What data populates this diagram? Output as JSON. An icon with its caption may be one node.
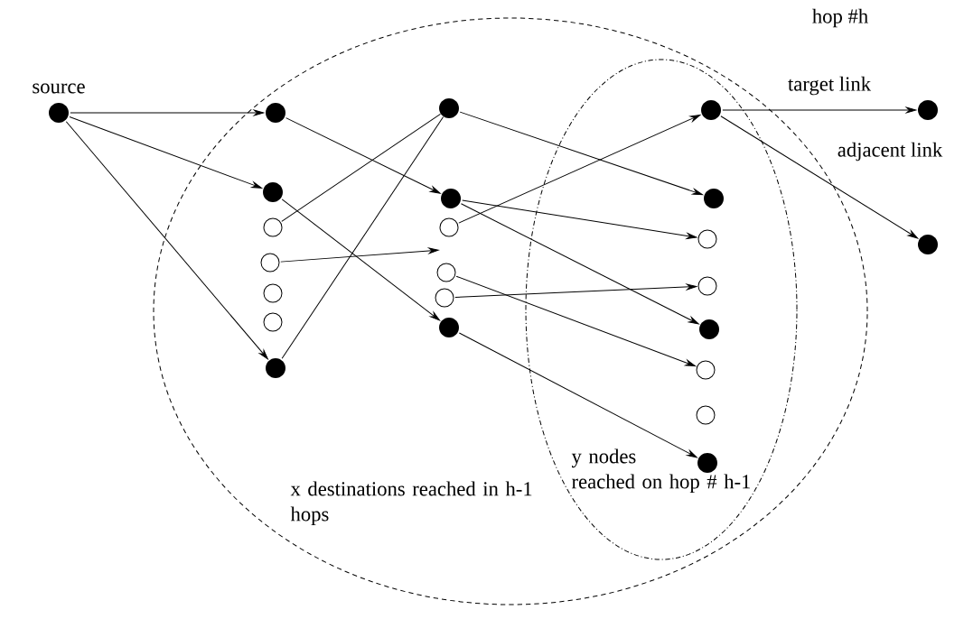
{
  "diagram": {
    "nodes": [
      {
        "text": [],
        "shape": "dot",
        "beside": [
          "source"
        ]
      },
      {
        "text": [
          "x destinations reached in h-1 hops"
        ]
      },
      {
        "text": [],
        "shape": "dot",
        "in": 1
      },
      {
        "text": [],
        "shape": "dot",
        "in": 1
      },
      {
        "text": [],
        "shape": "circle",
        "in": 1
      },
      {
        "text": [],
        "shape": "circle",
        "in": 1
      },
      {
        "text": [],
        "shape": "circle",
        "in": 1
      },
      {
        "text": [],
        "shape": "circle",
        "in": 1
      },
      {
        "text": [],
        "shape": "dot",
        "in": 1
      },
      {
        "text": [],
        "shape": "dot",
        "in": 1
      },
      {
        "text": [],
        "shape": "dot",
        "in": 1
      },
      {
        "text": [],
        "shape": "circle",
        "in": 1
      },
      {
        "text": [],
        "shape": "circle",
        "in": 1
      },
      {
        "text": [],
        "shape": "circle",
        "in": 1
      },
      {
        "text": [],
        "shape": "dot",
        "in": 1
      },
      {
        "text": [
          "y nodes reached on hop # h-1"
        ],
        "in": 1
      },
      {
        "text": [],
        "shape": "dot",
        "in": 15
      },
      {
        "text": [],
        "shape": "dot",
        "in": 15
      },
      {
        "text": [],
        "shape": "circle",
        "in": 15
      },
      {
        "text": [],
        "shape": "circle",
        "in": 15
      },
      {
        "text": [],
        "shape": "dot",
        "in": 15
      },
      {
        "text": [],
        "shape": "circle",
        "in": 15
      },
      {
        "text": [],
        "shape": "circle",
        "in": 15
      },
      {
        "text": [],
        "shape": "dot",
        "in": 15
      },
      {
        "text": [],
        "shape": "dot"
      },
      {
        "text": [],
        "shape": "dot"
      }
    ],
    "edges": [
      {
        "from": 0,
        "to": 2,
        "arrow": "to"
      },
      {
        "from": 0,
        "to": 3,
        "arrow": "to"
      },
      {
        "from": 0,
        "to": 8,
        "arrow": "to"
      },
      {
        "from": 2,
        "to": 10,
        "arrow": "to"
      },
      {
        "from": 4,
        "to": 9,
        "arrow": "none"
      },
      {
        "from": 8,
        "to": 9,
        "arrow": "none"
      },
      {
        "from": 3,
        "to": 14,
        "arrow": "to"
      },
      {
        "from": 5,
        "to": null,
        "arrow": "to"
      },
      {
        "from": 9,
        "to": 17,
        "arrow": "to"
      },
      {
        "from": 10,
        "to": 18,
        "arrow": "to"
      },
      {
        "from": 10,
        "to": 20,
        "arrow": "to"
      },
      {
        "from": 11,
        "to": 16,
        "arrow": "to"
      },
      {
        "from": 12,
        "to": 21,
        "arrow": "to"
      },
      {
        "from": 13,
        "to": 19,
        "arrow": "to"
      },
      {
        "from": 14,
        "to": 23,
        "arrow": "to"
      },
      {
        "from": 16,
        "to": 24,
        "arrow": "to",
        "label": "target link"
      },
      {
        "from": 16,
        "to": 25,
        "arrow": "to",
        "label": "adjacent link"
      }
    ],
    "labels": [
      "hop #h"
    ]
  }
}
